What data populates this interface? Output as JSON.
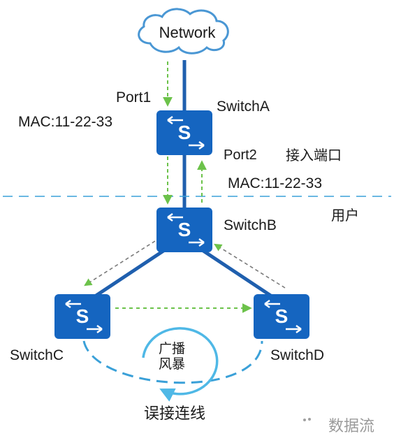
{
  "network": {
    "label": "Network"
  },
  "switches": {
    "a": {
      "name": "SwitchA"
    },
    "b": {
      "name": "SwitchB"
    },
    "c": {
      "name": "SwitchC"
    },
    "d": {
      "name": "SwitchD"
    }
  },
  "switch_glyph": "S",
  "ports": {
    "port1": "Port1",
    "port2": "Port2",
    "access_port": "接入端口"
  },
  "mac": {
    "left": "MAC:11-22-33",
    "right": "MAC:11-22-33"
  },
  "user_zone": "用户",
  "broadcast_storm": {
    "line1": "广播",
    "line2": "风暴"
  },
  "miswiring": "误接连线",
  "watermark": "数据流",
  "colors": {
    "switch_fill": "#1565c0",
    "link": "#1f5fae",
    "arrow_green": "#6cc24a",
    "dashed_blue": "#3aa0d8",
    "loop_blue": "#4fb8e6"
  }
}
